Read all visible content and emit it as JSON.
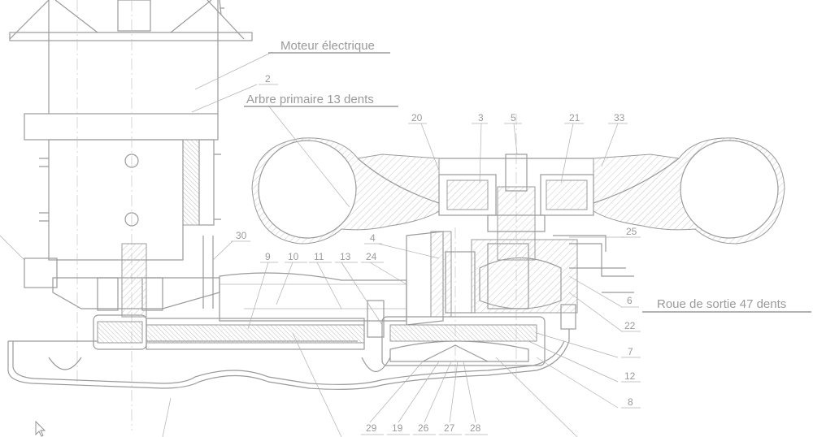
{
  "labels": {
    "motor": "Moteur électrique",
    "input_shaft": "Arbre primaire 13 dents",
    "output_wheel": "Roue de sortie 47 dents"
  },
  "part_numbers": [
    "2",
    "20",
    "3",
    "5",
    "21",
    "33",
    "25",
    "30",
    "4",
    "9",
    "10",
    "11",
    "13",
    "24",
    "6",
    "22",
    "7",
    "12",
    "8",
    "29",
    "19",
    "26",
    "27",
    "28"
  ]
}
